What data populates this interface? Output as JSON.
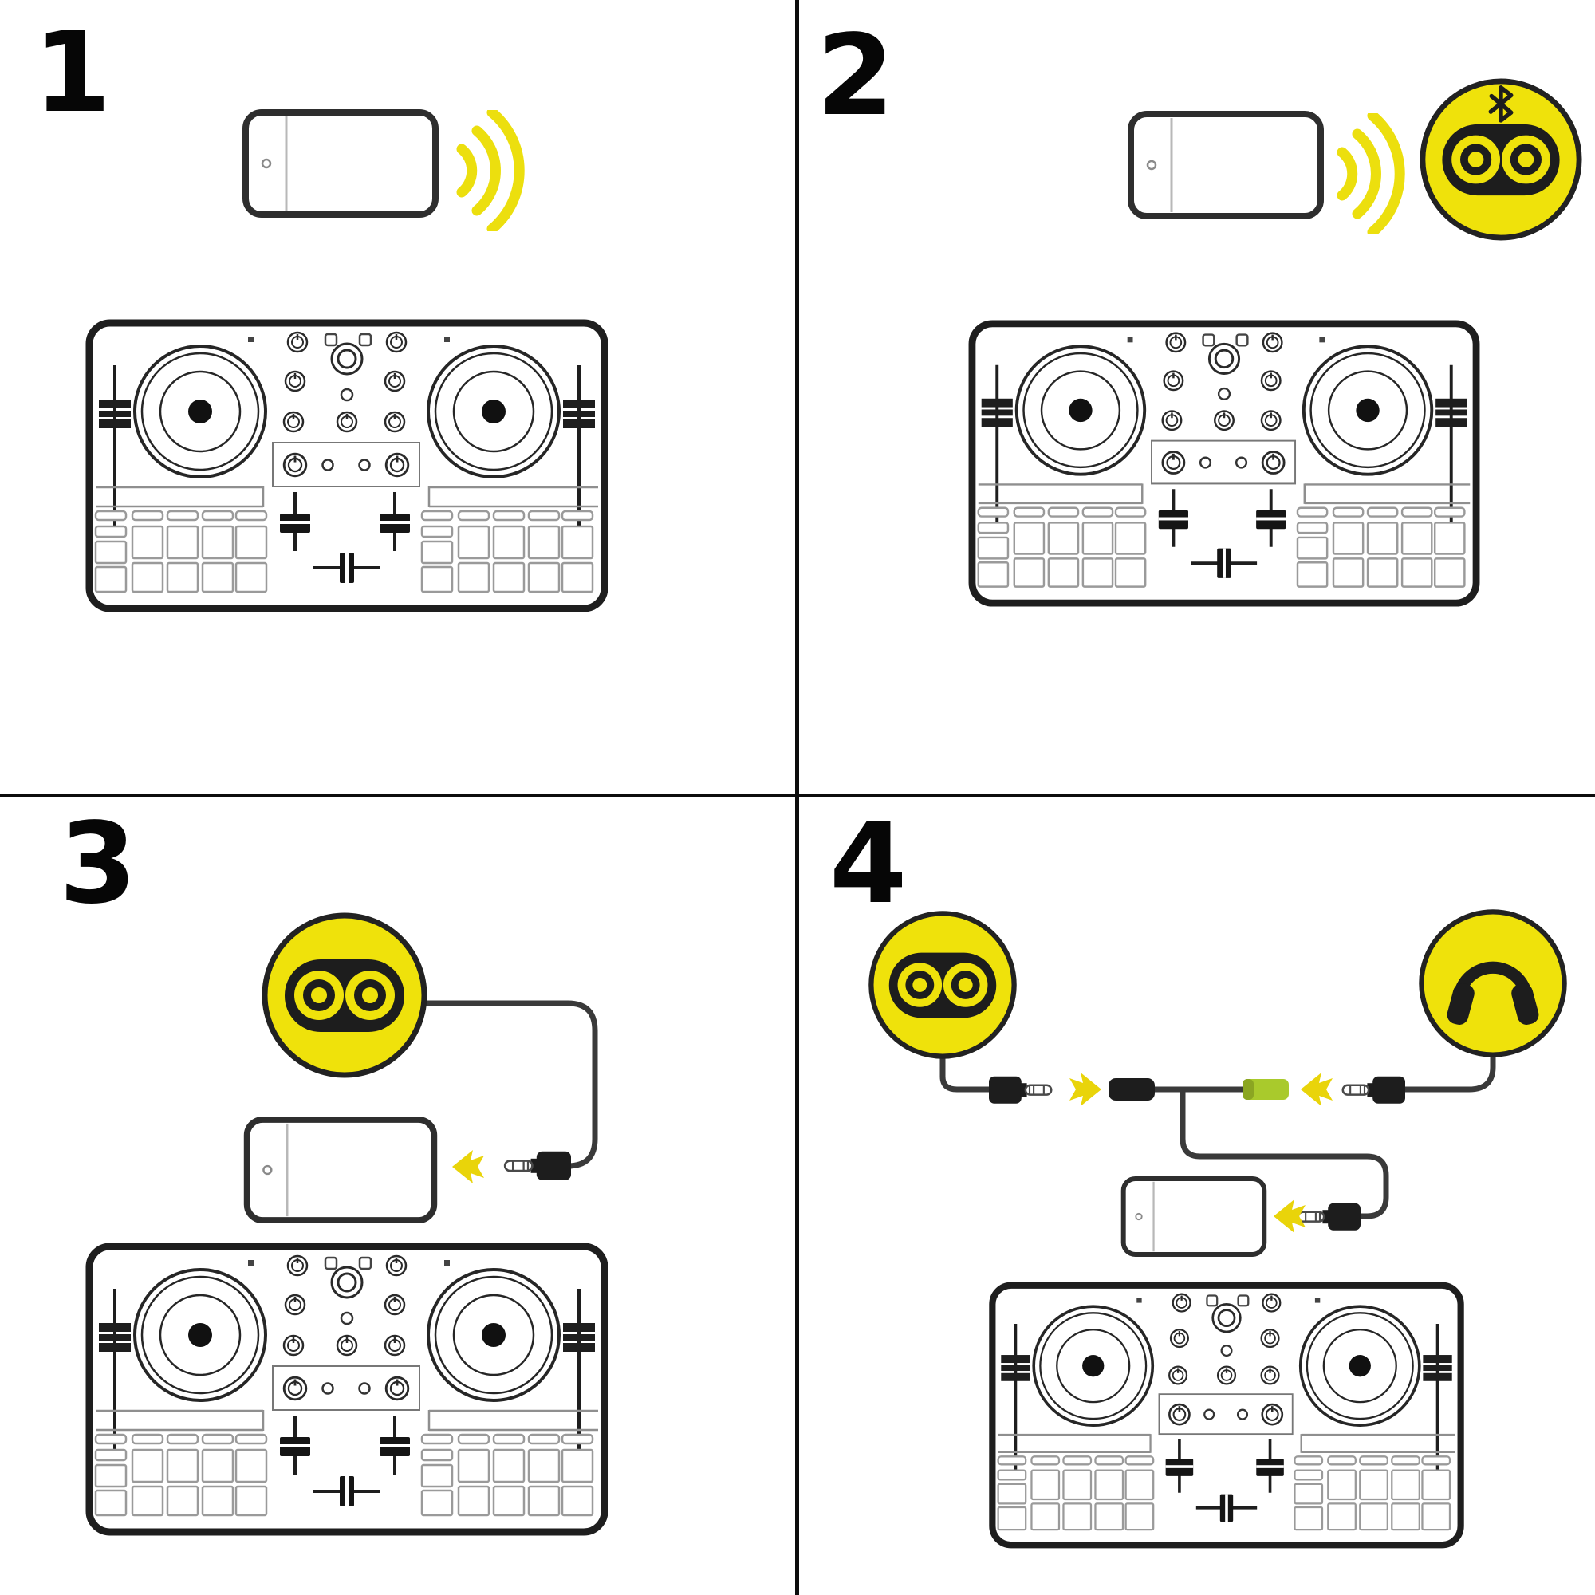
{
  "document": {
    "type": "dj-controller-quick-start-diagram",
    "background": "#ffffff",
    "divider_color": "#0d0d0d"
  },
  "colors": {
    "accent_yellow": "#efe20b",
    "wave_yellow": "#ecdf0e",
    "arrow_yellow": "#e9d40a",
    "connector_green": "#a9ca2c",
    "connector_green_dark": "#8ba622",
    "cable_gray": "#3a3a3a",
    "ink_black": "#1d1d1d"
  },
  "panels": [
    {
      "step_number": "1",
      "icons": [
        "smartphone-icon",
        "wireless-waves-icon",
        "dj-controller-illustration"
      ]
    },
    {
      "step_number": "2",
      "icons": [
        "smartphone-icon",
        "wireless-waves-icon",
        "bluetooth-speaker-badge",
        "dj-controller-illustration"
      ]
    },
    {
      "step_number": "3",
      "icons": [
        "speaker-badge",
        "aux-cable",
        "jack-plug-icon",
        "insert-arrow-icon",
        "smartphone-icon",
        "dj-controller-illustration"
      ]
    },
    {
      "step_number": "4",
      "icons": [
        "speaker-badge",
        "headphones-badge",
        "splitter-cable",
        "jack-plug-icon",
        "insert-arrow-icon",
        "female-socket-black",
        "female-socket-green",
        "smartphone-icon",
        "dj-controller-illustration"
      ]
    }
  ]
}
